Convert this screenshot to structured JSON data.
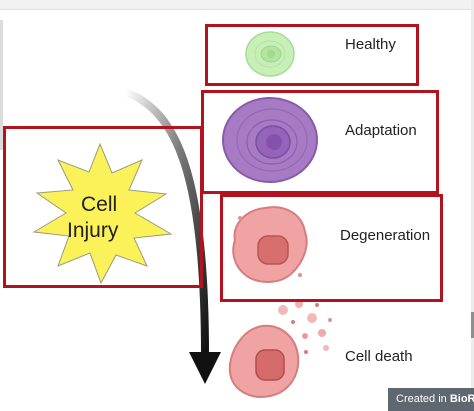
{
  "injury": {
    "line1": "Cell",
    "line2": "Injury"
  },
  "stages": [
    {
      "label": "Healthy"
    },
    {
      "label": "Adaptation"
    },
    {
      "label": "Degeneration"
    },
    {
      "label": "Cell death"
    }
  ],
  "watermark": {
    "prefix": "Created in ",
    "brand": "BioRe"
  },
  "colors": {
    "box_border": "#b3121f",
    "star_fill": "#fbf25a",
    "healthy_cell": "#c8efb8",
    "adaptation_cell": "#a77bc4",
    "degeneration_cell": "#efa6a6",
    "arrow": "#111111"
  }
}
